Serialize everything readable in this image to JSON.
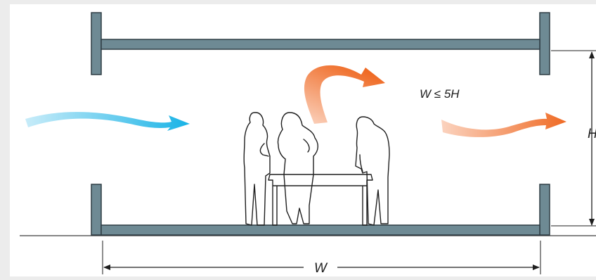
{
  "diagram": {
    "ratio_label": "W ≤ 5H",
    "height_label": "H",
    "width_label": "W"
  },
  "colors": {
    "page_background": "#ececec",
    "panel_background": "#ffffff",
    "structure_fill": "#6e8a94",
    "structure_stroke": "#2f3d44",
    "ground_line": "#3c3c3c",
    "inflow_light": "#c8ecf9",
    "inflow_dark": "#19b3e6",
    "outflow_light": "#fbd3bf",
    "outflow_dark": "#ef6a24",
    "silhouette_stroke": "#1e1e1e",
    "dimension_line": "#1e1e1e"
  },
  "icons": {
    "inflow": "cool-air-inflow-arrow",
    "rising_air": "warm-air-rising-arrow",
    "outflow": "warm-air-outflow-arrow",
    "people": "people-at-table-silhouette"
  }
}
